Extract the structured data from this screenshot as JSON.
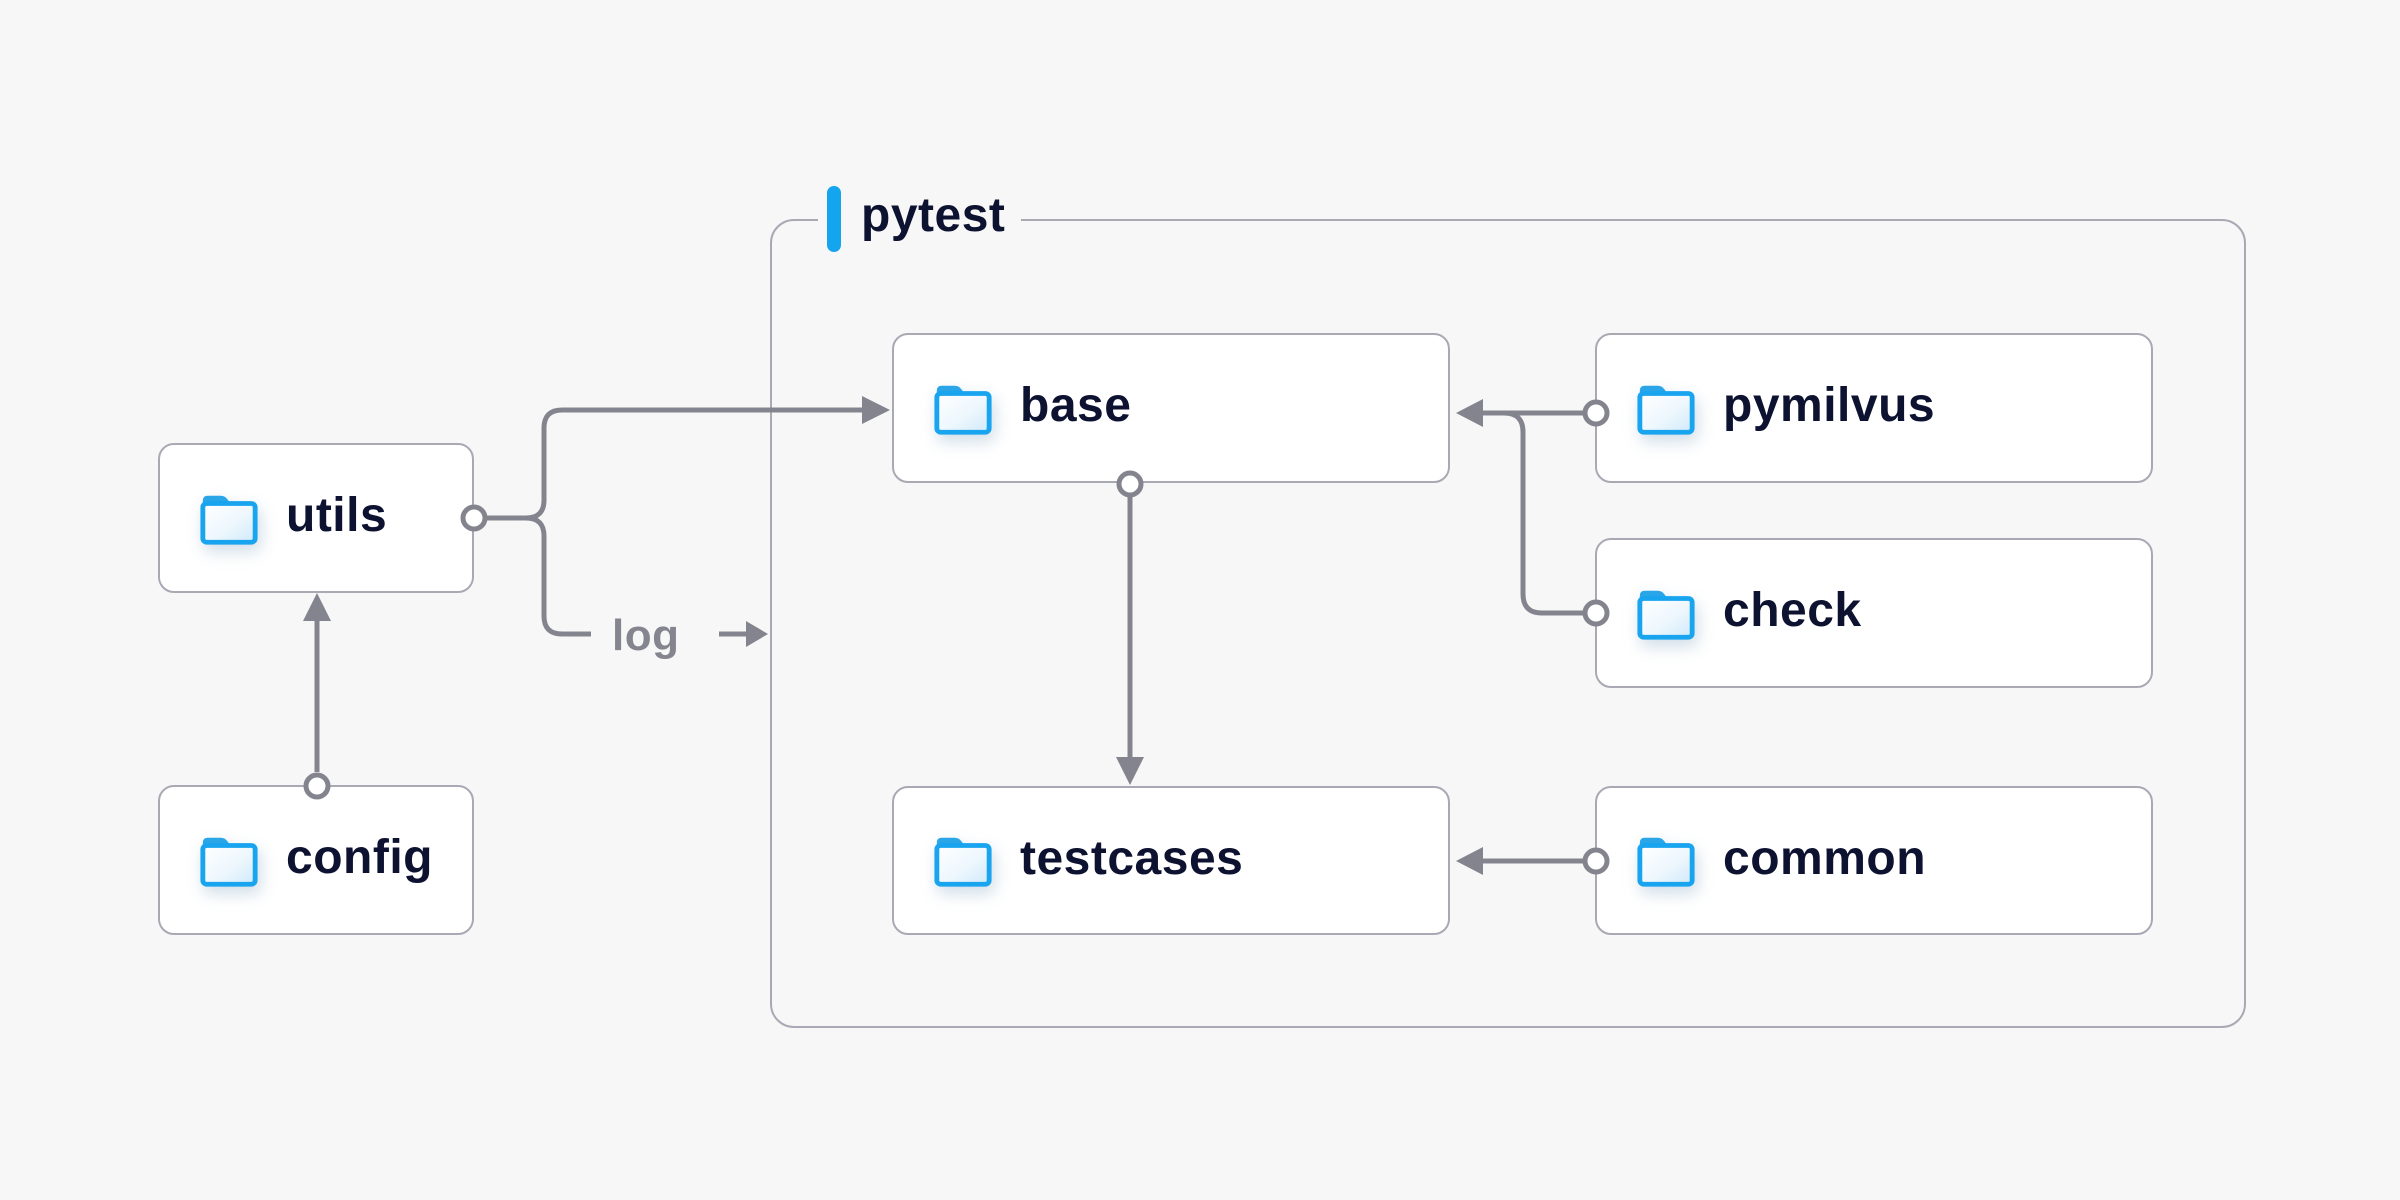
{
  "diagram": {
    "group": {
      "label": "pytest"
    },
    "nodes": [
      {
        "id": "utils",
        "label": "utils",
        "icon": "folder-icon",
        "inside_group": false
      },
      {
        "id": "config",
        "label": "config",
        "icon": "folder-icon",
        "inside_group": false
      },
      {
        "id": "base",
        "label": "base",
        "icon": "folder-icon",
        "inside_group": true
      },
      {
        "id": "testcases",
        "label": "testcases",
        "icon": "folder-icon",
        "inside_group": true
      },
      {
        "id": "pymilvus",
        "label": "pymilvus",
        "icon": "folder-icon",
        "inside_group": true
      },
      {
        "id": "check",
        "label": "check",
        "icon": "folder-icon",
        "inside_group": true
      },
      {
        "id": "common",
        "label": "common",
        "icon": "folder-icon",
        "inside_group": true
      }
    ],
    "edges": [
      {
        "from": "config",
        "to": "utils",
        "label": ""
      },
      {
        "from": "utils",
        "to": "base",
        "label": ""
      },
      {
        "from": "utils",
        "to": "pytest",
        "label": "log"
      },
      {
        "from": "pymilvus",
        "to": "base",
        "label": ""
      },
      {
        "from": "check",
        "to": "base",
        "label": ""
      },
      {
        "from": "base",
        "to": "testcases",
        "label": ""
      },
      {
        "from": "common",
        "to": "testcases",
        "label": ""
      }
    ],
    "colors": {
      "background": "#f7f7f8",
      "node_fill": "#ffffff",
      "node_border": "#a9a9b4",
      "node_text": "#0d1230",
      "connector": "#84848e",
      "accent_bar": "#14a5ef",
      "folder_stroke": "#18a4ee",
      "folder_tab": "#2aa6e8",
      "folder_fill": "#d2ebfa"
    }
  }
}
